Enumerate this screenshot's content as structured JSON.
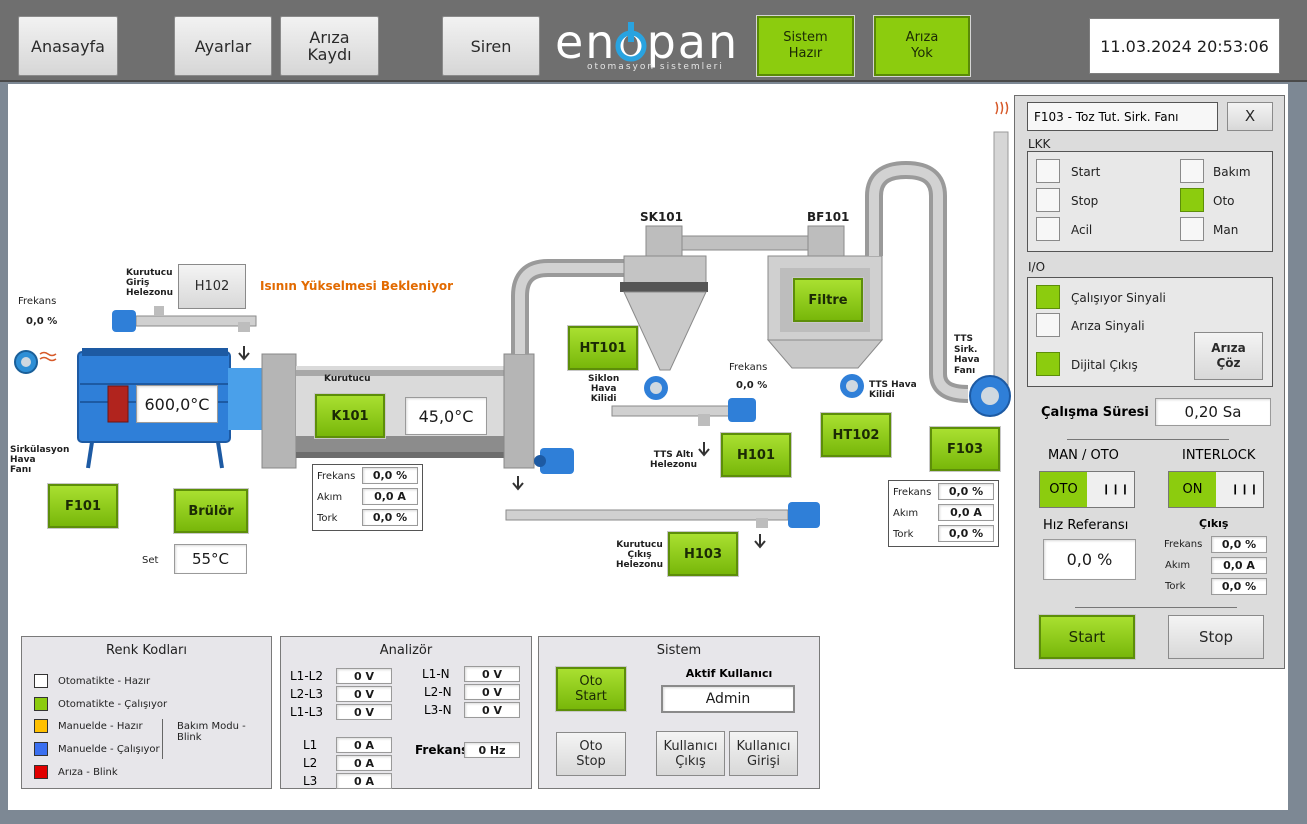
{
  "header": {
    "home": "Anasayfa",
    "settings": "Ayarlar",
    "fault_log": "Arıza\nKaydı",
    "siren": "Siren",
    "logo_text": "enopan",
    "logo_sub": "otomasyon sistemleri",
    "system_status": "Sistem\nHazır",
    "fault_status": "Arıza\nYok",
    "datetime": "11.03.2024 20:53:06"
  },
  "process": {
    "freq_label_left": "Frekans",
    "freq_value_left": "0,0 %",
    "kurutucu_giris": "Kurutucu\nGiriş\nHelezonu",
    "h102": "H102",
    "warning": "Isının Yükselmesi Bekleniyor",
    "burner_temp": "600,0°C",
    "sirkulasyon": "Sirkülasyon\nHava\nFanı",
    "f101": "F101",
    "brulor": "Brülör",
    "set_label": "Set",
    "set_value": "55°C",
    "kurutucu": "Kurutucu",
    "k101": "K101",
    "dryer_temp": "45,0°C",
    "k101_frekans_label": "Frekans",
    "k101_frekans": "0,0 %",
    "k101_akim_label": "Akım",
    "k101_akim": "0,0 A",
    "k101_tork_label": "Tork",
    "k101_tork": "0,0 %",
    "ht101": "HT101",
    "sk101": "SK101",
    "bf101": "BF101",
    "filtre": "Filtre",
    "siklon": "Siklon\nHava\nKilidi",
    "freq_label_mid": "Frekans",
    "freq_value_mid": "0,0 %",
    "tts_alti": "TTS Altı\nHelezonu",
    "h101": "H101",
    "tts_hava_kilidi": "TTS Hava\nKilidi",
    "ht102": "HT102",
    "tts_sirk": "TTS\nSirk.\nHava\nFanı",
    "f103": "F103",
    "f103_frekans_label": "Frekans",
    "f103_frekans": "0,0 %",
    "f103_akim_label": "Akım",
    "f103_akim": "0,0 A",
    "f103_tork_label": "Tork",
    "f103_tork": "0,0 %",
    "kurutucu_cikis": "Kurutucu\nÇıkış\nHelezonu",
    "h103": "H103"
  },
  "legend": {
    "title": "Renk Kodları",
    "items": [
      {
        "label": "Otomatikte - Hazır",
        "color": "#ffffff"
      },
      {
        "label": "Otomatikte - Çalışıyor",
        "color": "#8ccc0e"
      },
      {
        "label": "Manuelde - Hazır",
        "color": "#ffc000"
      },
      {
        "label": "Manuelde - Çalışıyor",
        "color": "#3a6ff0"
      },
      {
        "label": "Arıza - Blink",
        "color": "#e00000"
      }
    ],
    "maintenance": "Bakım Modu - Blink"
  },
  "analyzer": {
    "title": "Analizör",
    "l1l2_label": "L1-L2",
    "l1l2": "0 V",
    "l2l3_label": "L2-L3",
    "l2l3": "0 V",
    "l1l3_label": "L1-L3",
    "l1l3": "0 V",
    "l1n_label": "L1-N",
    "l1n": "0 V",
    "l2n_label": "L2-N",
    "l2n": "0 V",
    "l3n_label": "L3-N",
    "l3n": "0 V",
    "l1_label": "L1",
    "l1": "0 A",
    "l2_label": "L2",
    "l2": "0 A",
    "l3_label": "L3",
    "l3": "0 A",
    "freq_label": "Frekans",
    "freq": "0 Hz"
  },
  "system": {
    "title": "Sistem",
    "oto_start": "Oto\nStart",
    "oto_stop": "Oto\nStop",
    "active_user_label": "Aktif Kullanıcı",
    "active_user": "Admin",
    "logout": "Kullanıcı\nÇıkış",
    "login": "Kullanıcı\nGirişi"
  },
  "faceplate": {
    "title": "F103 - Toz Tut. Sirk. Fanı",
    "close": "X",
    "lkk_label": "LKK",
    "lkk": [
      {
        "label": "Start",
        "on": false
      },
      {
        "label": "Stop",
        "on": false
      },
      {
        "label": "Acil",
        "on": false
      },
      {
        "label": "Bakım",
        "on": false
      },
      {
        "label": "Oto",
        "on": true
      },
      {
        "label": "Man",
        "on": false
      }
    ],
    "io_label": "I/O",
    "io": [
      {
        "label": "Çalışıyor Sinyali",
        "on": true
      },
      {
        "label": "Arıza Sinyali",
        "on": false
      },
      {
        "label": "Dijital Çıkış",
        "on": true
      }
    ],
    "fault_reset": "Arıza\nÇöz",
    "runtime_label": "Çalışma Süresi",
    "runtime": "0,20 Sa",
    "man_oto_label": "MAN / OTO",
    "man_oto_value": "OTO",
    "interlock_label": "INTERLOCK",
    "interlock_value": "ON",
    "speed_ref_label": "Hız Referansı",
    "speed_ref": "0,0 %",
    "output_label": "Çıkış",
    "out_freq_label": "Frekans",
    "out_freq": "0,0 %",
    "out_current_label": "Akım",
    "out_current": "0,0 A",
    "out_torque_label": "Tork",
    "out_torque": "0,0 %",
    "start": "Start",
    "stop": "Stop"
  },
  "colors": {
    "accent_green": "#8ccc0e",
    "header_gray": "#6f6f6f",
    "warning_orange": "#e26a00"
  }
}
